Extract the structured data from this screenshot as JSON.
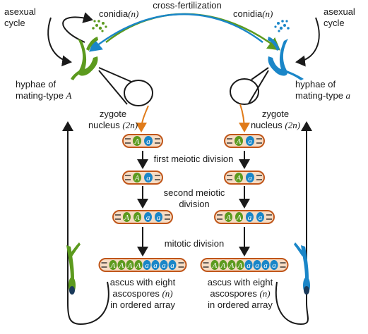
{
  "labels": {
    "cross_fertilization": "cross-fertilization",
    "asexual_cycle_line1": "asexual",
    "asexual_cycle_line2": "cycle",
    "conidia": "conidia",
    "n": "(n)",
    "hyphae_line1": "hyphae of",
    "mating_type_prefix": "mating-type",
    "allele_A": "A",
    "allele_a": "a",
    "zygote_line1": "zygote",
    "zygote_line2": "nucleus",
    "two_n": "(2n)",
    "first_meiotic": "first meiotic division",
    "second_meiotic_line1": "second meiotic",
    "second_meiotic_line2": "division",
    "mitotic": "mitotic division",
    "ascus_line1": "ascus with eight",
    "ascus_line2": "ascospores",
    "ascus_line3": "in ordered array"
  },
  "colors": {
    "green": "#5c9a1e",
    "blue": "#1a86c8",
    "orange": "#e07b1a",
    "ascus_fill": "#f6dcc4",
    "ascus_stroke": "#c0561a",
    "black": "#1a1a1a"
  },
  "stages": [
    {
      "name": "zygote",
      "nuclei": [
        "A",
        "a"
      ]
    },
    {
      "name": "after-first-meiotic",
      "nuclei": [
        "A",
        "a"
      ]
    },
    {
      "name": "after-second-meiotic",
      "nuclei": [
        "A",
        "A",
        "a",
        "a"
      ]
    },
    {
      "name": "after-mitotic",
      "nuclei": [
        "A",
        "A",
        "A",
        "A",
        "a",
        "a",
        "a",
        "a"
      ]
    }
  ]
}
